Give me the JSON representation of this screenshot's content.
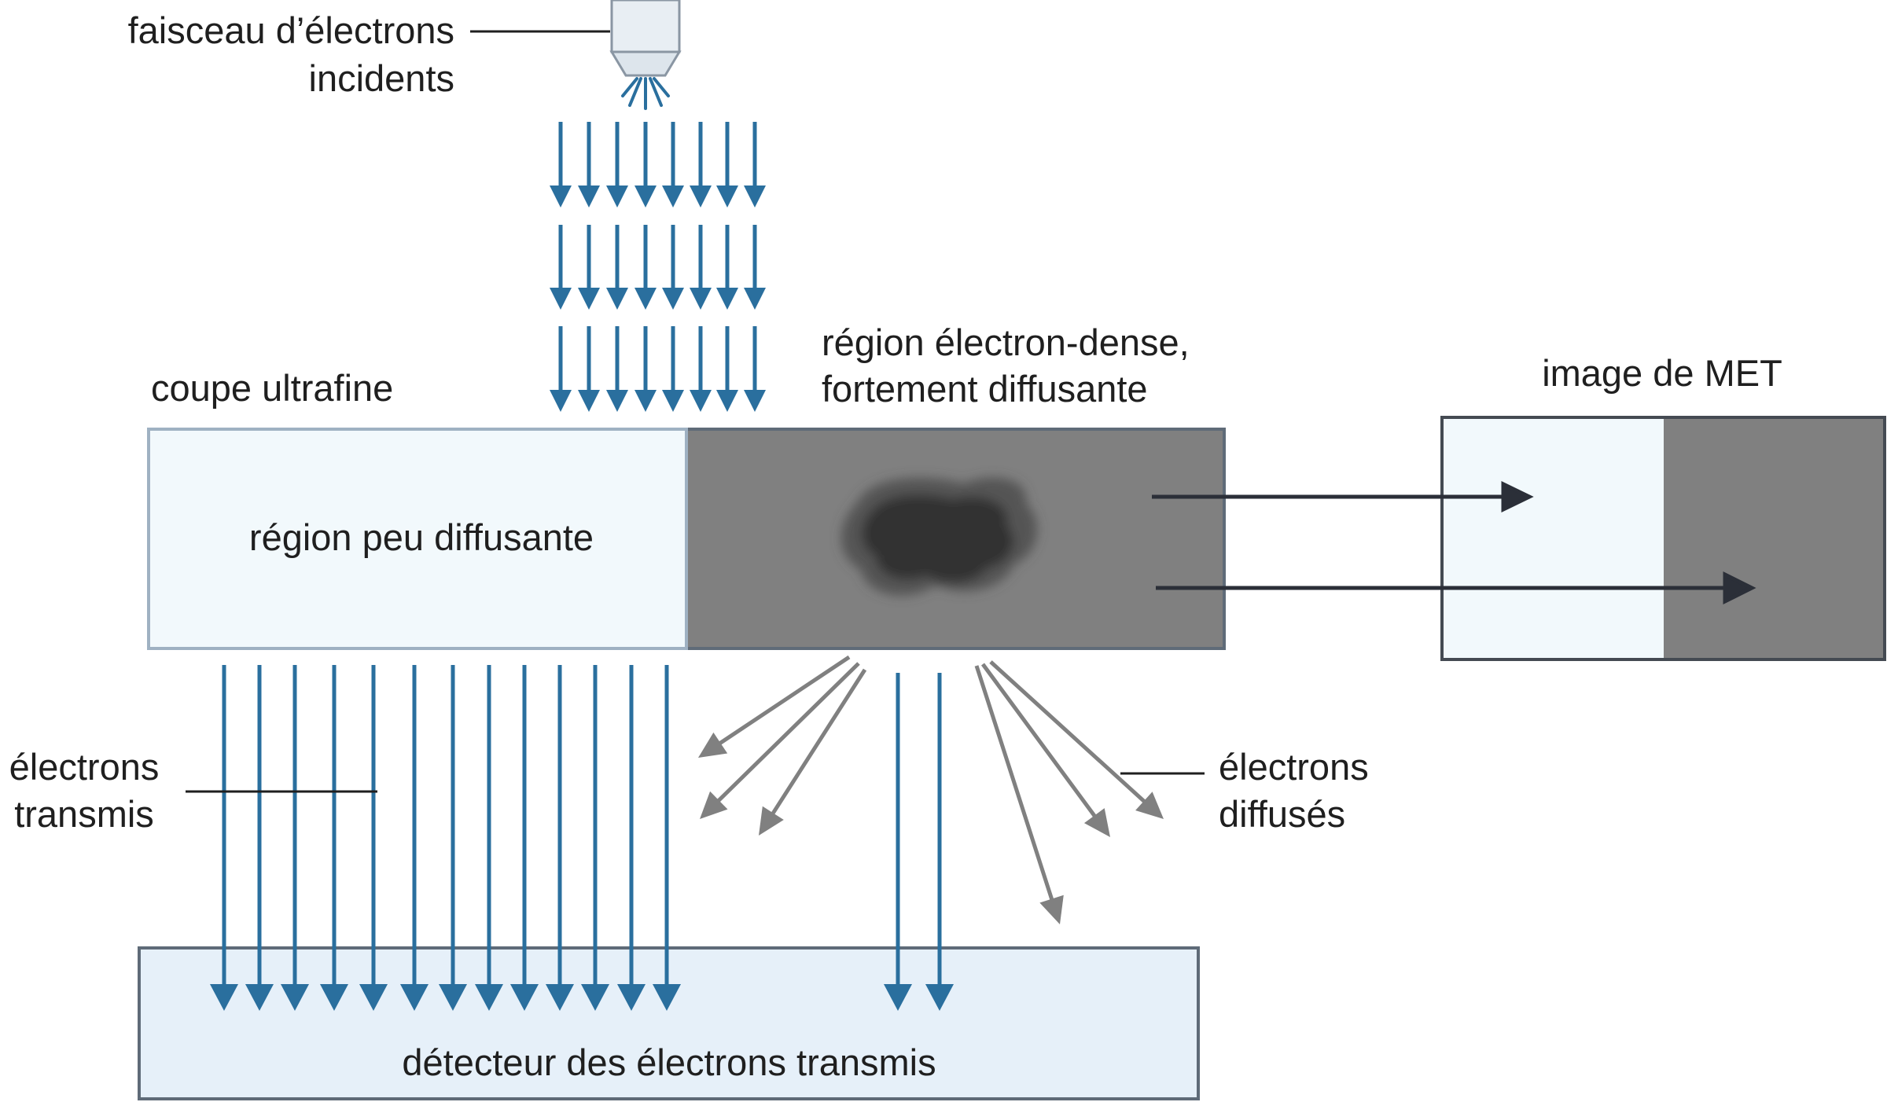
{
  "labels": {
    "beam_line1": "faisceau d’électrons",
    "beam_line2": "incidents",
    "section": "coupe ultrafine",
    "dense_line1": "région électron-dense,",
    "dense_line2": "fortement diffusante",
    "tem_image": "image de MET",
    "low_scatter": "région peu diffusante",
    "transmitted_line1": "électrons",
    "transmitted_line2": "transmis",
    "scattered_line1": "électrons",
    "scattered_line2": "diffusés",
    "detector": "détecteur des électrons transmis"
  },
  "colors": {
    "incident_arrow": "#2a6f9e",
    "transmitted_arrow": "#2a6f9e",
    "scattered_arrow": "#808080",
    "image_arrow": "#2b2f38",
    "light_region": "#f2f9fc",
    "dense_region": "#808080",
    "detector_fill": "#e6f0f9",
    "box_border": "#5f6b78"
  }
}
